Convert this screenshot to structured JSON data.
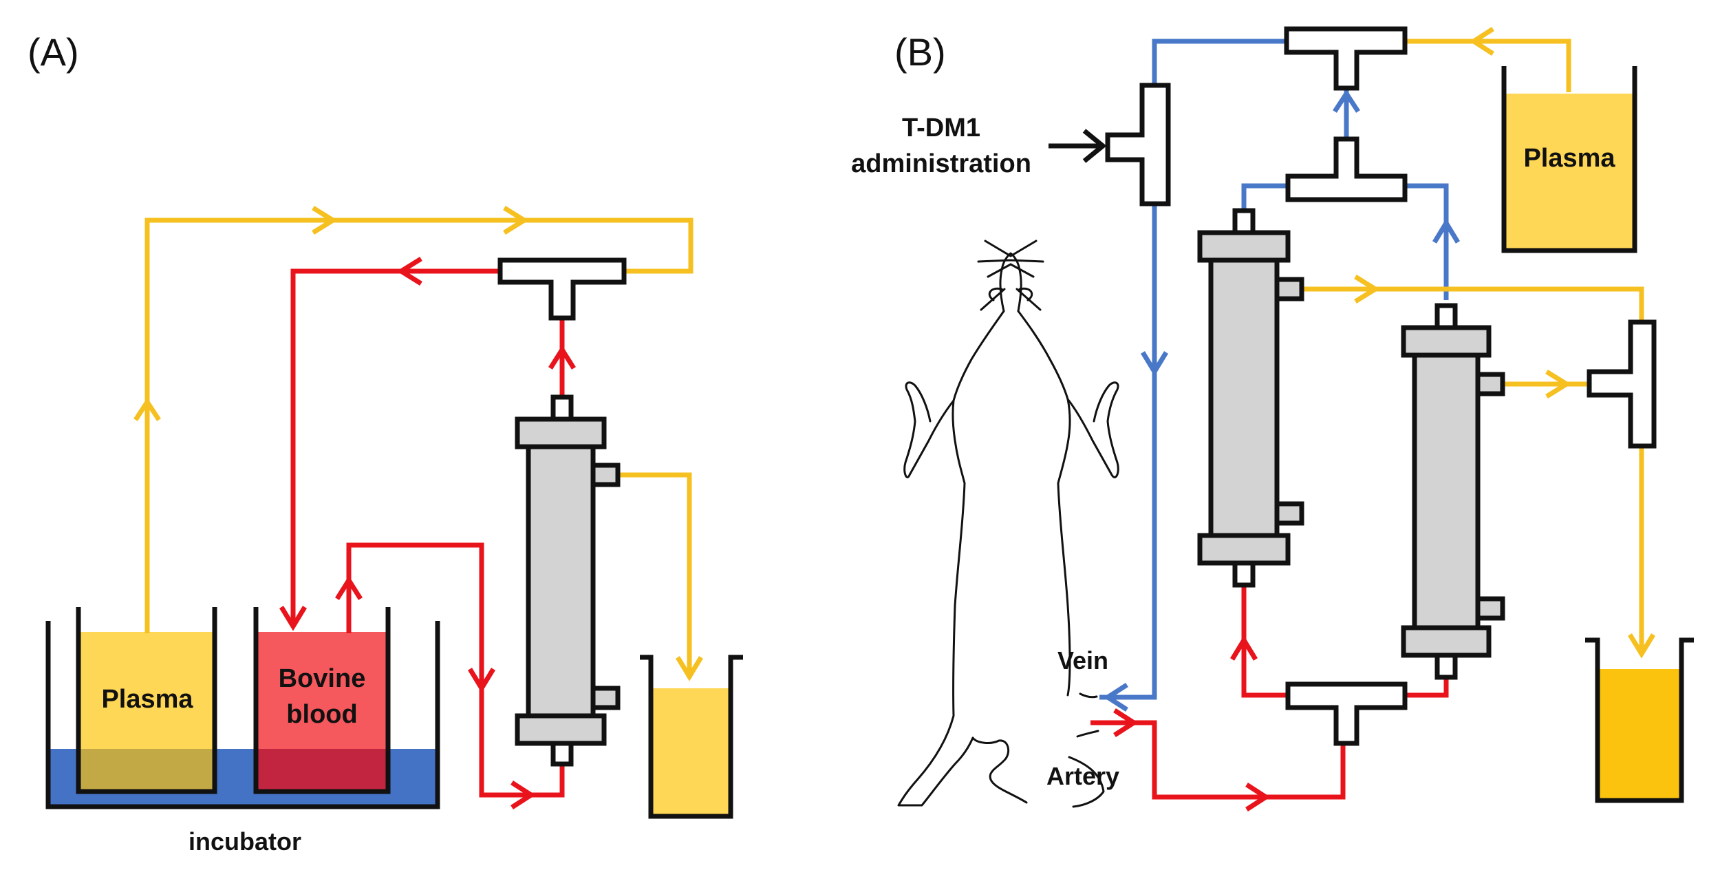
{
  "panels": {
    "a": {
      "label": "(A)"
    },
    "b": {
      "label": "(B)"
    }
  },
  "labels": {
    "plasma_a": "Plasma",
    "bovine_line1": "Bovine",
    "bovine_line2": "blood",
    "incubator": "incubator",
    "tdm1_line1": "T-DM1",
    "tdm1_line2": "administration",
    "plasma_b": "Plasma",
    "vein": "Vein",
    "artery": "Artery"
  },
  "colors": {
    "plasma_yellow": "#f5c020",
    "plasma_fill": "#fdd755",
    "filtrate_fill": "#fcc30e",
    "blood_red": "#e8131b",
    "blood_fill": "#f5595e",
    "blood_dark": "#c12540",
    "water_blue": "#4472c4",
    "plasma_in_water": "#c2a946",
    "vein_blue": "#4a78c8",
    "hemofilter_gray": "#d3d3d3",
    "outline": "#111111"
  }
}
